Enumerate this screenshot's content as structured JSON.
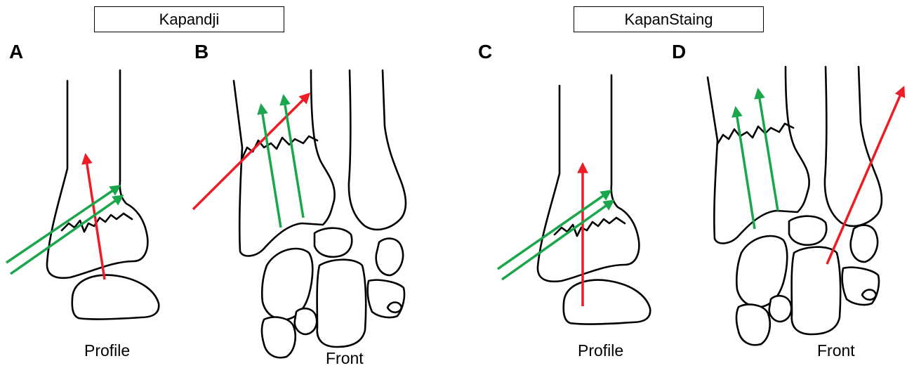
{
  "titles": {
    "left": "Kapandji",
    "right": "KapanStaing"
  },
  "panels": {
    "a": {
      "letter": "A",
      "view": "Profile"
    },
    "b": {
      "letter": "B",
      "view": "Front"
    },
    "c": {
      "letter": "C",
      "view": "Profile"
    },
    "d": {
      "letter": "D",
      "view": "Front"
    }
  },
  "colors": {
    "red_wire": "#ee1c24",
    "green_wire": "#1aa64a",
    "outline": "#000000"
  }
}
